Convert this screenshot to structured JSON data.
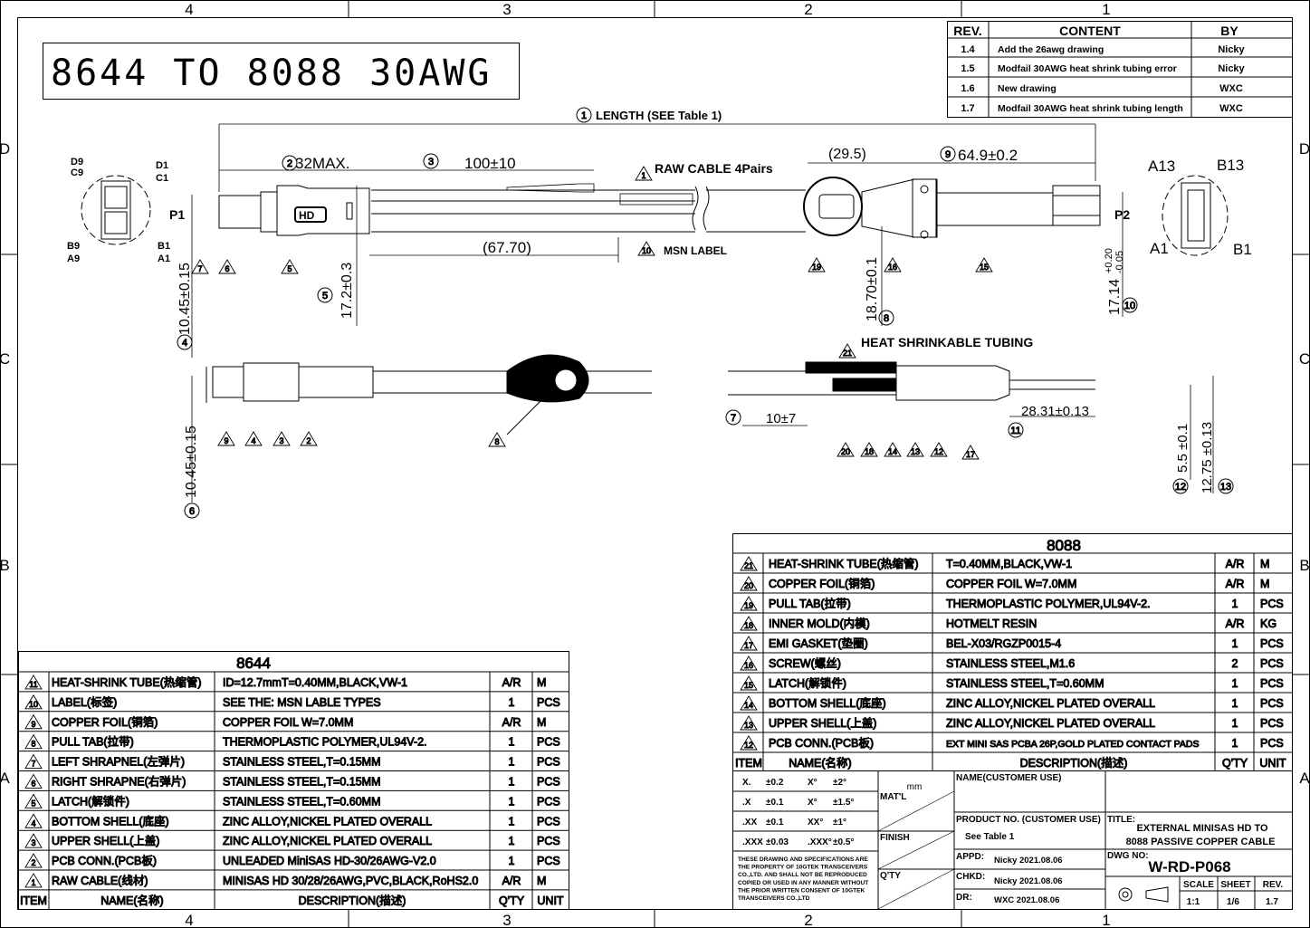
{
  "title": "8644 TO 8088 30AWG",
  "zones": {
    "top": [
      "4",
      "3",
      "2",
      "1"
    ],
    "bottom": [
      "4",
      "3",
      "2",
      "1"
    ],
    "rows": [
      "D",
      "C",
      "B",
      "A"
    ]
  },
  "rev_table": {
    "headers": [
      "REV.",
      "CONTENT",
      "BY"
    ],
    "rows": [
      [
        "1.4",
        "Add the 26awg drawing",
        "Nicky"
      ],
      [
        "1.5",
        "Modfail 30AWG heat shrink tubing error",
        "Nicky"
      ],
      [
        "1.6",
        "New drawing",
        "WXC"
      ],
      [
        "1.7",
        "Modfail 30AWG heat shrink tubing length",
        "WXC"
      ]
    ]
  },
  "callouts": {
    "length": "LENGTH (SEE Table 1)",
    "c2": "32MAX.",
    "c3": "100±10",
    "c677": "(67.70)",
    "raw_cable": "RAW CABLE 4Pairs",
    "msn_label": "MSN LABEL",
    "c295": "(29.5)",
    "c9": "64.9±0.2",
    "c4": "10.45±0.15",
    "c5": "17.2±0.3",
    "c8": "18.70±0.1",
    "c10": "17.14",
    "c10tol_up": "+0.20",
    "c10tol_dn": "-0.05",
    "c6": "10.45±0.15",
    "heat": "HEAT SHRINKABLE TUBING",
    "c7": "10±7",
    "c11": "28.31±0.13",
    "c12": "5.5 ±0.1",
    "c13": "12.75 ±0.13",
    "p1": "P1",
    "p2": "P2",
    "hd": "HD",
    "pins_left": [
      "D9",
      "C9",
      "B9",
      "A9",
      "D1",
      "C1",
      "B1",
      "A1"
    ],
    "pins_right": [
      "A13",
      "B13",
      "A1",
      "B1"
    ]
  },
  "bom_8644": {
    "title": "8644",
    "rows": [
      [
        "11",
        "HEAT-SHRINK TUBE(热缩管)",
        "ID=12.7mmT=0.40MM,BLACK,VW-1",
        "A/R",
        "M"
      ],
      [
        "10",
        "LABEL(标签)",
        "SEE THE: MSN LABLE TYPES",
        "1",
        "PCS"
      ],
      [
        "9",
        "COPPER FOIL(铜箔)",
        "COPPER FOIL W=7.0MM",
        "A/R",
        "M"
      ],
      [
        "8",
        "PULL TAB(拉带)",
        "THERMOPLASTIC POLYMER,UL94V-2.",
        "1",
        "PCS"
      ],
      [
        "7",
        "LEFT SHRAPNEL(左弹片)",
        "STAINLESS STEEL,T=0.15MM",
        "1",
        "PCS"
      ],
      [
        "6",
        "RIGHT SHRAPNE(右弹片)",
        "STAINLESS STEEL,T=0.15MM",
        "1",
        "PCS"
      ],
      [
        "5",
        "LATCH(解锁件)",
        "STAINLESS STEEL,T=0.60MM",
        "1",
        "PCS"
      ],
      [
        "4",
        "BOTTOM SHELL(底座)",
        "ZINC ALLOY,NICKEL PLATED OVERALL",
        "1",
        "PCS"
      ],
      [
        "3",
        "UPPER SHELL(上盖)",
        "ZINC ALLOY,NICKEL PLATED OVERALL",
        "1",
        "PCS"
      ],
      [
        "2",
        "PCB CONN.(PCB板)",
        "UNLEADED MiniSAS HD-30/26AWG-V2.0",
        "1",
        "PCS"
      ],
      [
        "1",
        "RAW CABLE(线材)",
        "MINISAS HD 30/28/26AWG,PVC,BLACK,RoHS2.0",
        "A/R",
        "M"
      ]
    ],
    "footer": [
      "ITEM",
      "NAME(名称)",
      "DESCRIPTION(描述)",
      "Q'TY",
      "UNIT"
    ]
  },
  "bom_8088": {
    "title": "8088",
    "rows": [
      [
        "21",
        "HEAT-SHRINK TUBE(热缩管)",
        "T=0.40MM,BLACK,VW-1",
        "A/R",
        "M"
      ],
      [
        "20",
        "COPPER FOIL(铜箔)",
        "COPPER FOIL W=7.0MM",
        "A/R",
        "M"
      ],
      [
        "19",
        "PULL TAB(拉带)",
        "THERMOPLASTIC POLYMER,UL94V-2.",
        "1",
        "PCS"
      ],
      [
        "18",
        "INNER MOLD(内模)",
        "HOTMELT RESIN",
        "A/R",
        "KG"
      ],
      [
        "17",
        "EMI GASKET(垫圈)",
        "BEL-X03/RGZP0015-4",
        "1",
        "PCS"
      ],
      [
        "16",
        "SCREW(螺丝)",
        "STAINLESS STEEL,M1.6",
        "2",
        "PCS"
      ],
      [
        "15",
        "LATCH(解锁件)",
        "STAINLESS STEEL,T=0.60MM",
        "1",
        "PCS"
      ],
      [
        "14",
        "BOTTOM SHELL(底座)",
        "ZINC ALLOY,NICKEL PLATED OVERALL",
        "1",
        "PCS"
      ],
      [
        "13",
        "UPPER SHELL(上盖)",
        "ZINC ALLOY,NICKEL PLATED OVERALL",
        "1",
        "PCS"
      ],
      [
        "12",
        "PCB CONN.(PCB板)",
        "EXT MINI SAS PCBA 26P,GOLD PLATED CONTACT PADS",
        "1",
        "PCS"
      ]
    ],
    "footer": [
      "ITEM",
      "NAME(名称)",
      "DESCRIPTION(描述)",
      "Q'TY",
      "UNIT"
    ]
  },
  "title_block": {
    "tol": [
      [
        "X.",
        "±0.2",
        "X°",
        "±2°"
      ],
      [
        ".X",
        "±0.1",
        "X°",
        "±1.5°"
      ],
      [
        ".XX",
        "±0.1",
        "XX°",
        "±1°"
      ],
      [
        ".XXX",
        "±0.03",
        ".XXX°",
        "±0.5°"
      ]
    ],
    "unit": "mm",
    "matl": "MAT'L",
    "finish": "FINISH",
    "qty": "Q'TY",
    "notice": [
      "THESE DRAWING AND SPECIFICATIONS ARE",
      "THE PROPERTY OF 10GTEK TRANSCEIVERS",
      "CO.,LTD. AND SHALL NOT BE REPRODUCED",
      "COPIED OR USED IN ANY MANNER WITHOUT",
      "THE PRIOR WRITTEN CONSENT OF 10GTEK",
      "TRANSCEIVERS CO.,LTD"
    ],
    "name_label": "NAME(CUSTOMER USE)",
    "product_no_label": "PRODUCT NO. (CUSTOMER USE)",
    "product_no_value": "See Table 1",
    "appd_label": "APPD:",
    "appd": "Nicky  2021.08.06",
    "chkd_label": "CHKD:",
    "chkd": "Nicky  2021.08.06",
    "dr_label": "DR:",
    "dr": "WXC   2021.08.06",
    "title_label": "TITLE:",
    "title_line1": "EXTERNAL MINISAS HD TO",
    "title_line2": "8088 PASSIVE COPPER CABLE",
    "dwg_label": "DWG NO:",
    "dwg_no": "W-RD-P068",
    "scale_label": "SCALE",
    "scale": "1:1",
    "sheet_label": "SHEET",
    "sheet": "1/6",
    "rev_label": "REV.",
    "rev": "1.7"
  }
}
